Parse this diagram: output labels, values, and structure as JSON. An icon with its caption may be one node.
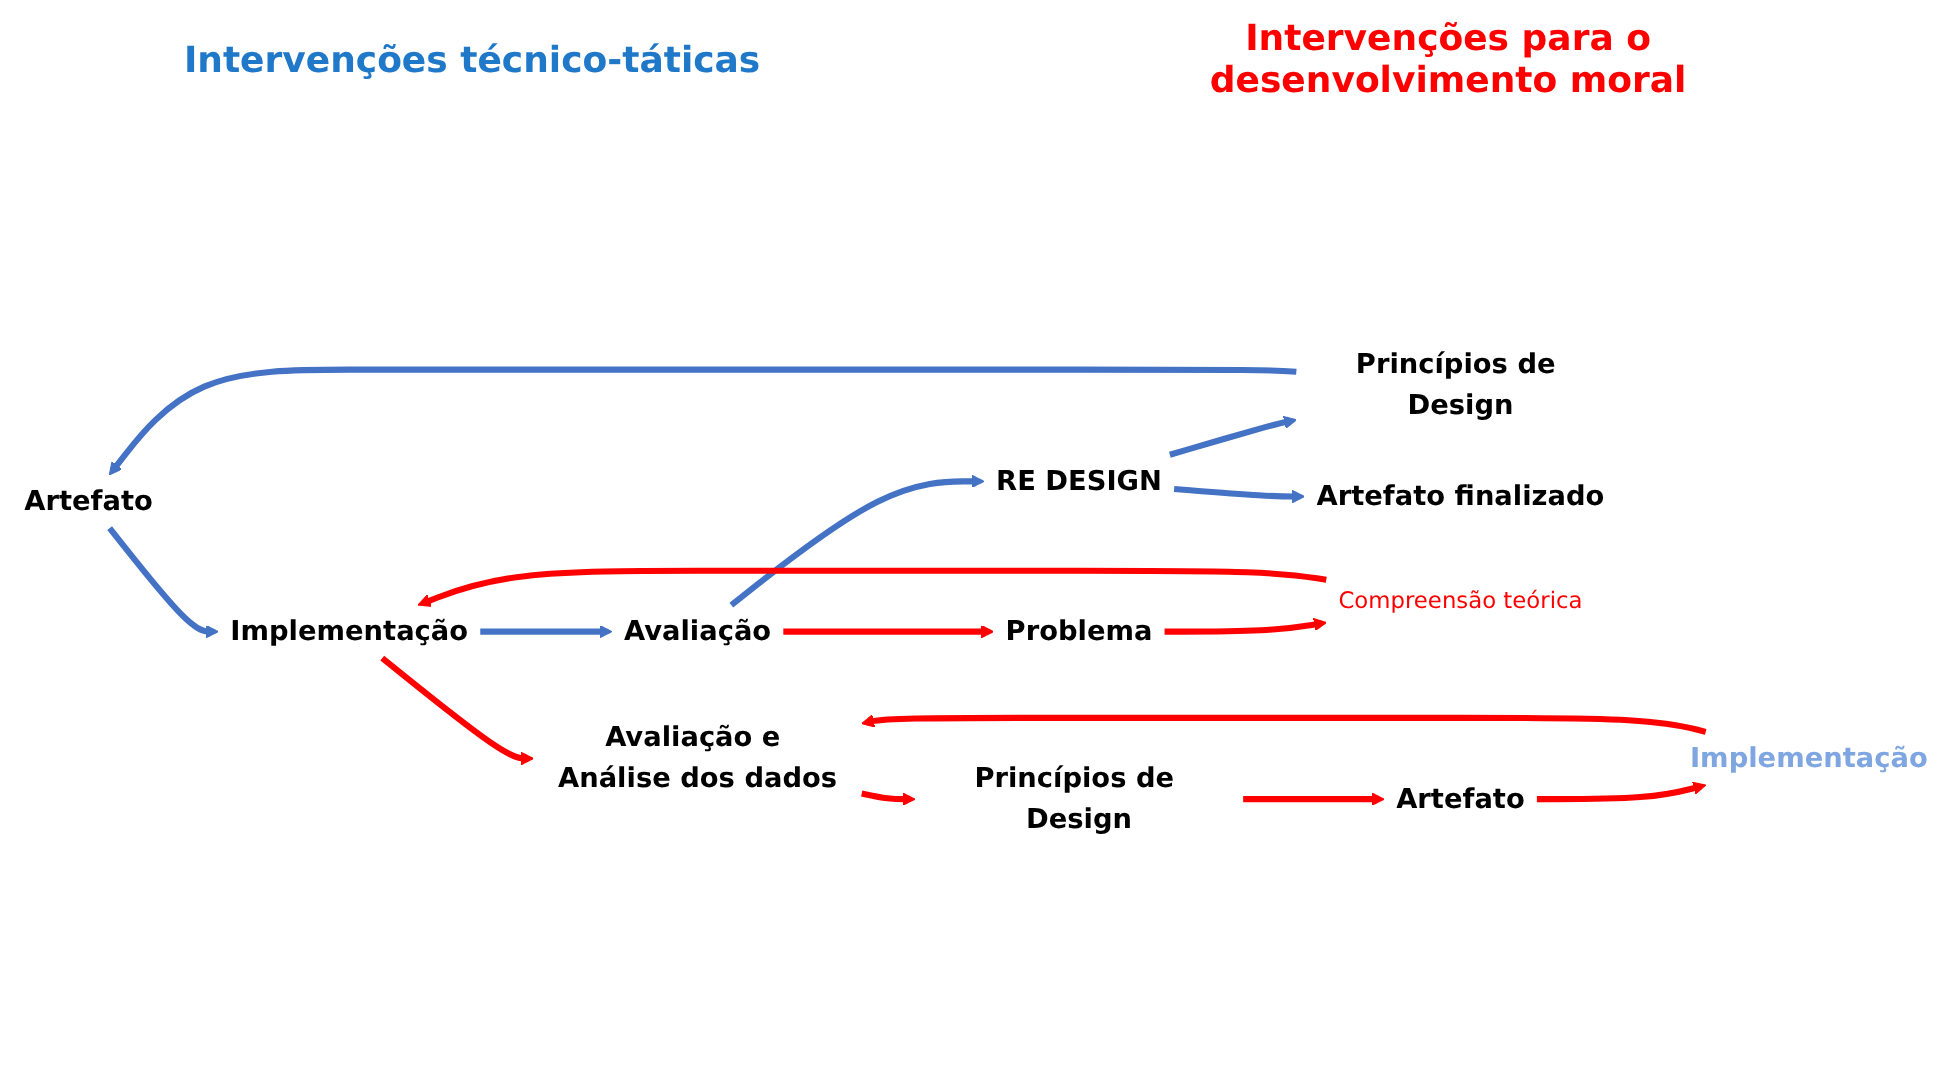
{
  "diagram": {
    "nodes": [
      {
        "text": [
          "Artefato"
        ]
      },
      {
        "text": [
          "Implementação"
        ]
      },
      {
        "text": [
          "Avaliação"
        ]
      },
      {
        "text": [
          "RE DESIGN"
        ]
      },
      {
        "text": [
          "Princípios de Design"
        ]
      },
      {
        "text": [
          "Artefato finalizado"
        ]
      },
      {
        "text": [
          "Problema"
        ]
      },
      {
        "text": [
          "Compreensão teórica"
        ]
      },
      {
        "text": [
          "Avaliação e Análise dos dados"
        ]
      },
      {
        "text": [
          "Princípios de Design"
        ]
      },
      {
        "text": [
          "Artefato"
        ]
      },
      {
        "text": [
          "Implementação"
        ]
      }
    ],
    "edges": [
      {
        "from": 0,
        "to": 1,
        "arrow": "to",
        "color": "#4472c4"
      },
      {
        "from": 1,
        "to": 2,
        "arrow": "to",
        "color": "#4472c4"
      },
      {
        "from": 2,
        "to": 3,
        "arrow": "to",
        "color": "#4472c4"
      },
      {
        "from": 3,
        "to": 4,
        "arrow": "to",
        "color": "#4472c4"
      },
      {
        "from": 4,
        "to": 0,
        "arrow": "to",
        "color": "#4472c4"
      },
      {
        "from": 3,
        "to": 5,
        "arrow": "to",
        "color": "#4472c4"
      },
      {
        "from": 2,
        "to": 6,
        "arrow": "to"
      },
      {
        "from": 6,
        "to": 7,
        "arrow": "to"
      },
      {
        "from": 7,
        "to": 1,
        "arrow": "to"
      },
      {
        "from": 1,
        "to": 8,
        "arrow": "to"
      },
      {
        "from": 8,
        "to": 9,
        "arrow": "to"
      },
      {
        "from": 9,
        "to": 10,
        "arrow": "to"
      },
      {
        "from": 10,
        "to": 11,
        "arrow": "to"
      },
      {
        "from": 11,
        "to": 8,
        "arrow": "to"
      }
    ],
    "labels": [
      "Intervenções técnico-táticas",
      "Intervenções para o desenvolvimento moral"
    ]
  }
}
